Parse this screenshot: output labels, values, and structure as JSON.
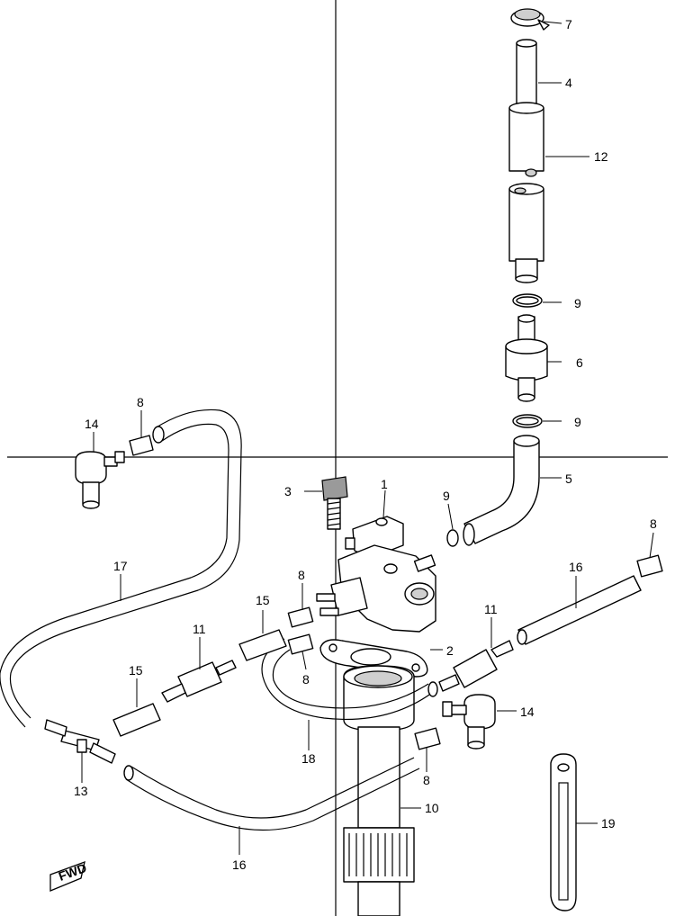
{
  "callouts": [
    "1",
    "2",
    "3",
    "4",
    "5",
    "6",
    "7",
    "8",
    "9",
    "10",
    "11",
    "12",
    "13",
    "14",
    "15",
    "16",
    "17",
    "18",
    "19"
  ],
  "fwd_label": "FWD"
}
